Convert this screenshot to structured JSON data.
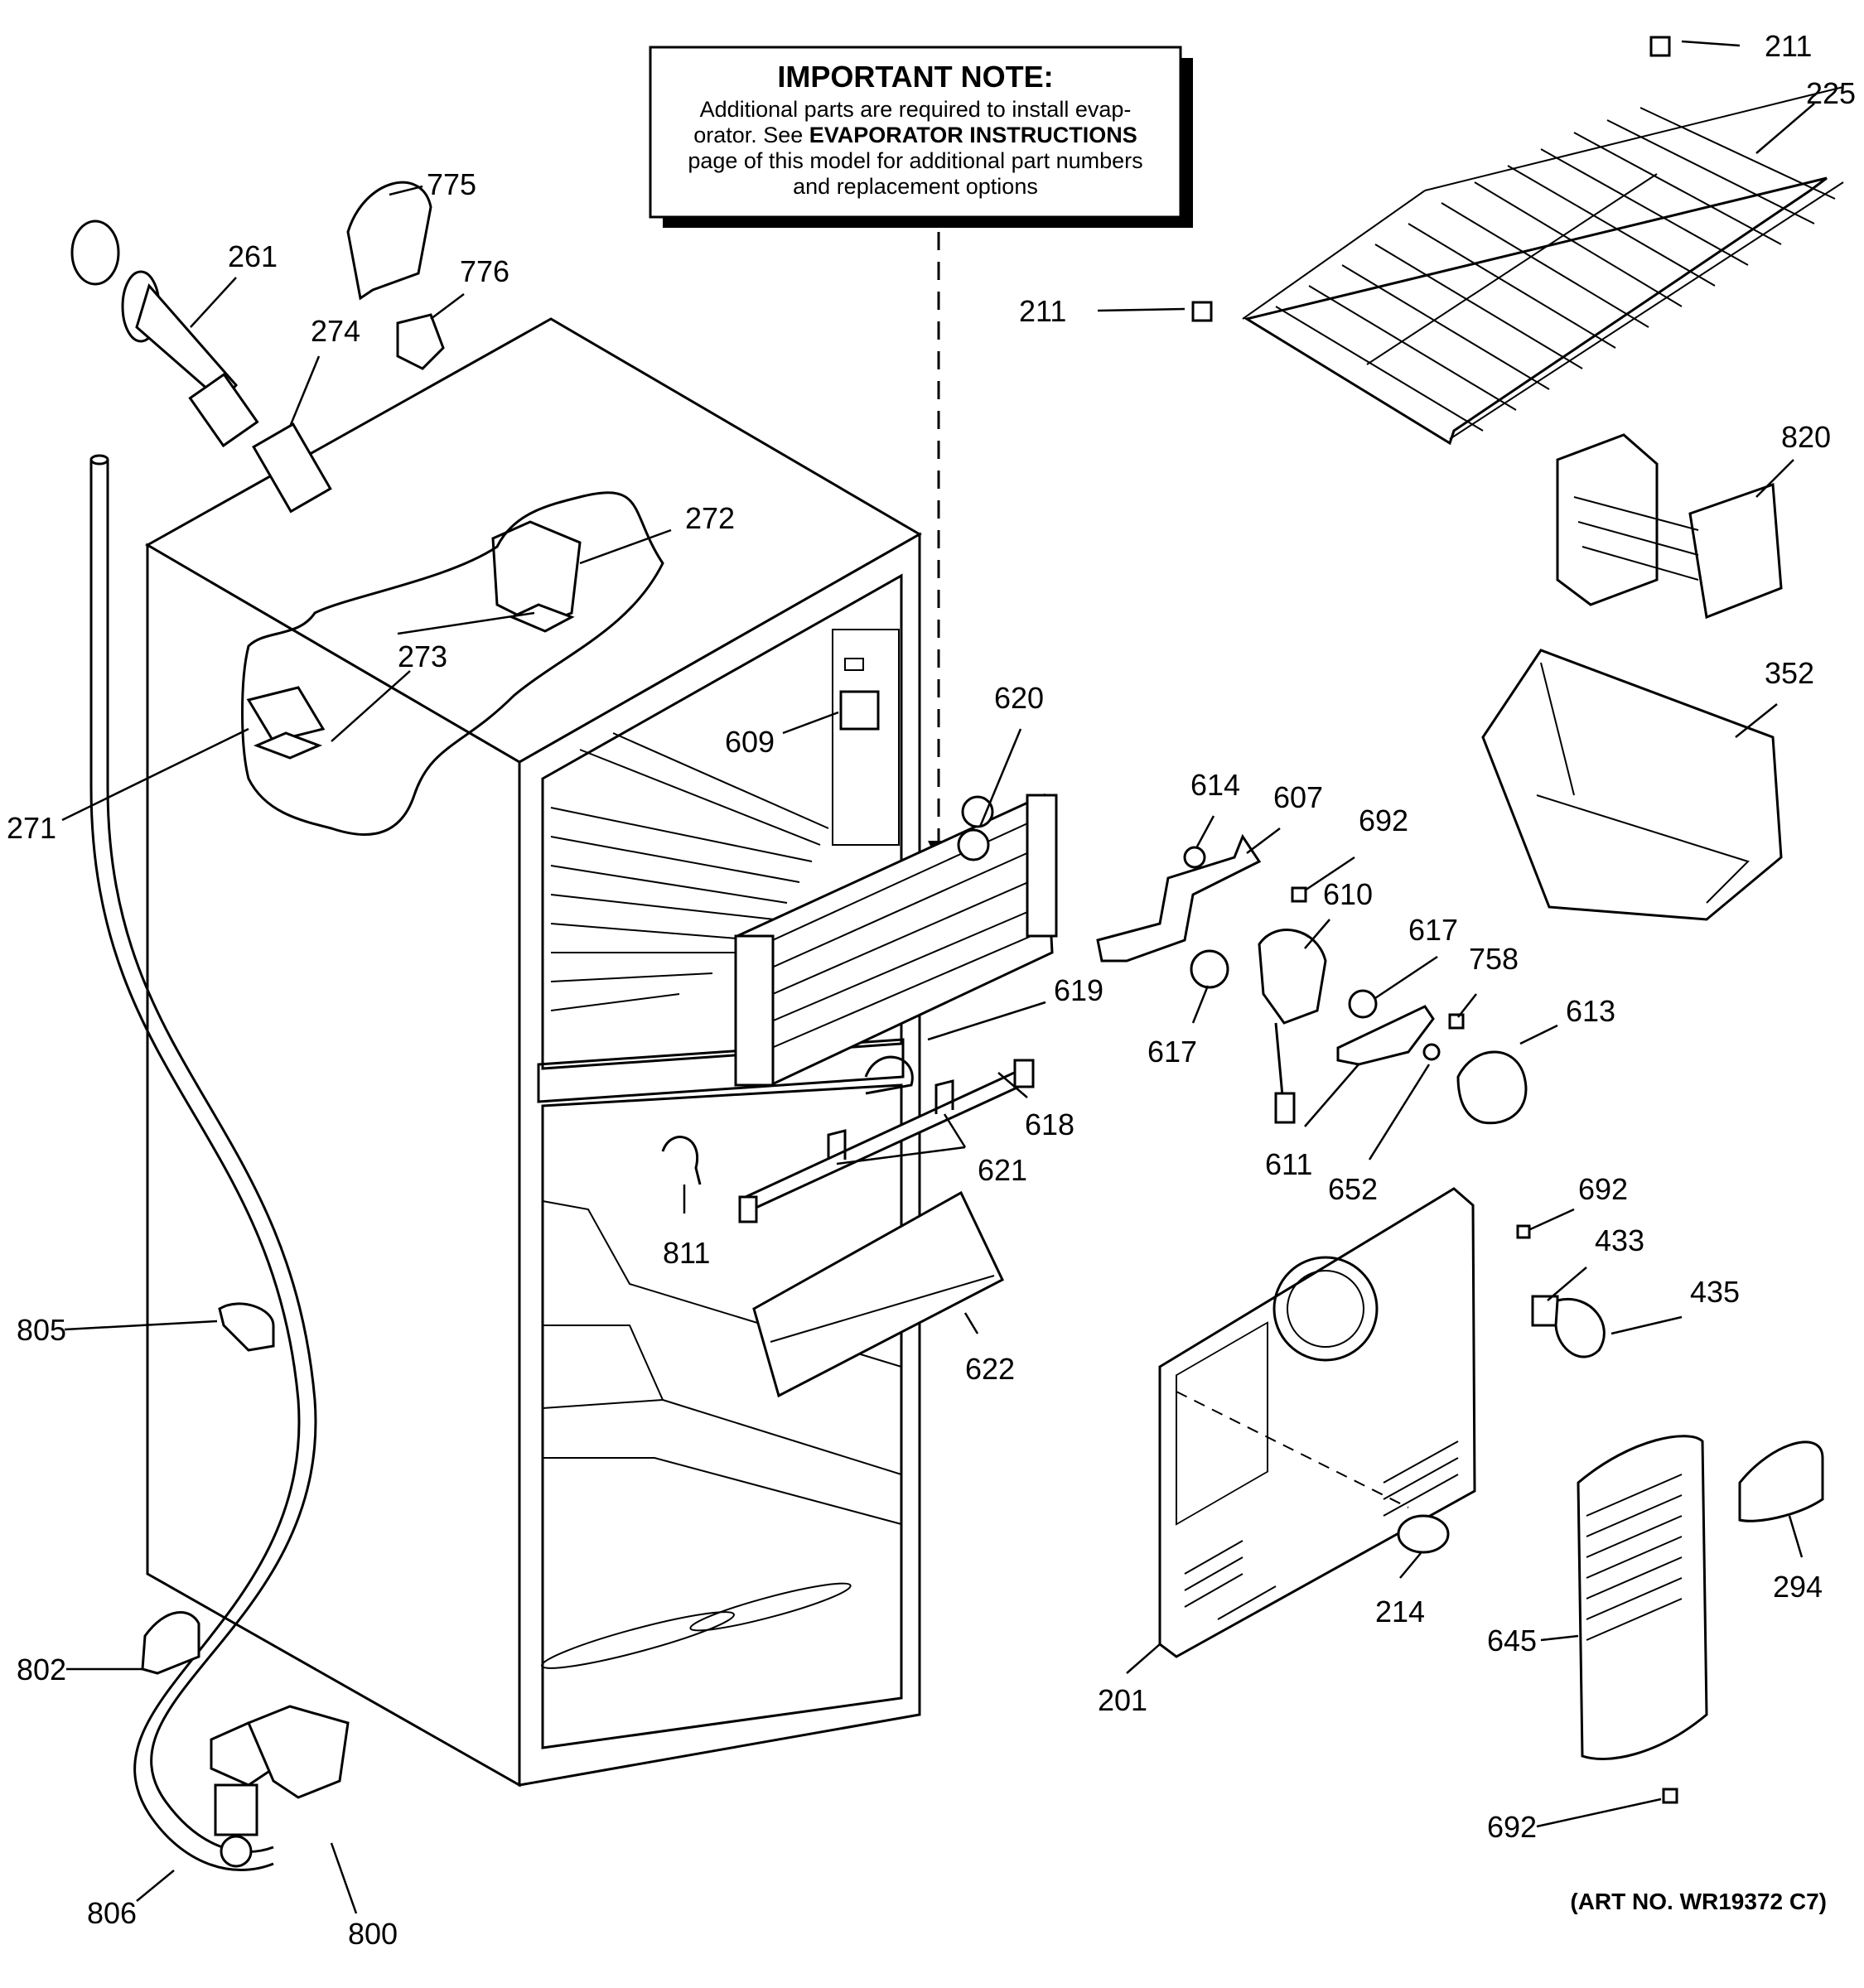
{
  "note": {
    "title": "IMPORTANT NOTE:",
    "line1": "Additional parts are required to install evap-",
    "line2_prefix": "orator.  See ",
    "line2_bold": "EVAPORATOR INSTRUCTIONS",
    "line3": "page of this model for additional part numbers",
    "line4": "and replacement options"
  },
  "art_number": "(ART NO. WR19372 C7)",
  "parts": [
    {
      "id": "p211a",
      "label": "211"
    },
    {
      "id": "p225",
      "label": "225"
    },
    {
      "id": "p211b",
      "label": "211"
    },
    {
      "id": "p820",
      "label": "820"
    },
    {
      "id": "p352",
      "label": "352"
    },
    {
      "id": "p775",
      "label": "775"
    },
    {
      "id": "p776",
      "label": "776"
    },
    {
      "id": "p261",
      "label": "261"
    },
    {
      "id": "p274",
      "label": "274"
    },
    {
      "id": "p272",
      "label": "272"
    },
    {
      "id": "p273",
      "label": "273"
    },
    {
      "id": "p271",
      "label": "271"
    },
    {
      "id": "p609",
      "label": "609"
    },
    {
      "id": "p620",
      "label": "620"
    },
    {
      "id": "p614",
      "label": "614"
    },
    {
      "id": "p607",
      "label": "607"
    },
    {
      "id": "p692a",
      "label": "692"
    },
    {
      "id": "p610",
      "label": "610"
    },
    {
      "id": "p617a",
      "label": "617"
    },
    {
      "id": "p758",
      "label": "758"
    },
    {
      "id": "p617b",
      "label": "617"
    },
    {
      "id": "p613",
      "label": "613"
    },
    {
      "id": "p619",
      "label": "619"
    },
    {
      "id": "p618",
      "label": "618"
    },
    {
      "id": "p621",
      "label": "621"
    },
    {
      "id": "p811",
      "label": "811"
    },
    {
      "id": "p611",
      "label": "611"
    },
    {
      "id": "p652",
      "label": "652"
    },
    {
      "id": "p692b",
      "label": "692"
    },
    {
      "id": "p433",
      "label": "433"
    },
    {
      "id": "p435",
      "label": "435"
    },
    {
      "id": "p805",
      "label": "805"
    },
    {
      "id": "p622",
      "label": "622"
    },
    {
      "id": "p214",
      "label": "214"
    },
    {
      "id": "p294",
      "label": "294"
    },
    {
      "id": "p645",
      "label": "645"
    },
    {
      "id": "p201",
      "label": "201"
    },
    {
      "id": "p802",
      "label": "802"
    },
    {
      "id": "p692c",
      "label": "692"
    },
    {
      "id": "p806",
      "label": "806"
    },
    {
      "id": "p800",
      "label": "800"
    }
  ]
}
